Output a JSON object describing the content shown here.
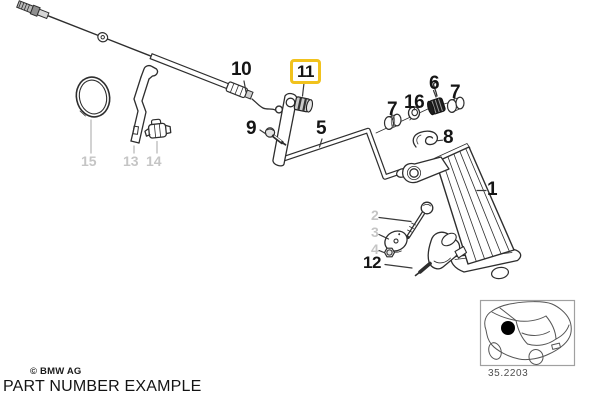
{
  "page": {
    "caption": "PART NUMBER EXAMPLE",
    "copyright": "© BMW AG"
  },
  "inset": {
    "diagram_code": "35.2203"
  },
  "colors": {
    "highlight_yellow": "#F1C21D",
    "line_art": "#2E2E2E",
    "muted_label_gray": "#C5C5C5"
  },
  "highlighted_callout": "11",
  "callouts": {
    "c1": "1",
    "c2": "2",
    "c3": "3",
    "c4": "4",
    "c5": "5",
    "c6": "6",
    "c7a": "7",
    "c7b": "7",
    "c8": "8",
    "c9": "9",
    "c10": "10",
    "c11": "11",
    "c12": "12",
    "c13": "13",
    "c14": "14",
    "c15": "15",
    "c16": "16"
  }
}
